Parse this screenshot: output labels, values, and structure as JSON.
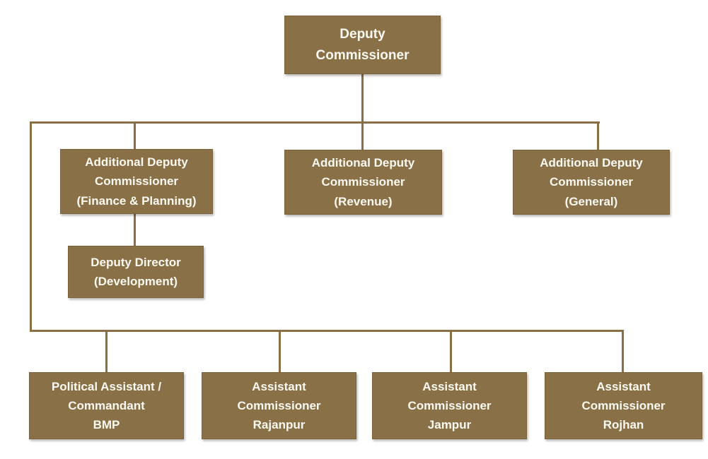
{
  "colors": {
    "background": "#ffffff",
    "box_fill": "#8a7047",
    "box_border": "#7b6238",
    "connector": "#8a6f44",
    "label_text": "#fcfaf2"
  },
  "org": {
    "nodes": {
      "deputy_commissioner": {
        "label": "Deputy\nCommissioner"
      },
      "adc_finance_planning": {
        "label": "Additional Deputy\nCommissioner\n(Finance & Planning)"
      },
      "adc_revenue": {
        "label": "Additional Deputy\nCommissioner\n(Revenue)"
      },
      "adc_general": {
        "label": "Additional Deputy\nCommissioner\n(General)"
      },
      "deputy_director_development": {
        "label": "Deputy Director\n(Development)"
      },
      "political_assistant_bmp": {
        "label": "Political Assistant /\nCommandant\nBMP"
      },
      "ac_rajanpur": {
        "label": "Assistant\nCommissioner\nRajanpur"
      },
      "ac_jampur": {
        "label": "Assistant\nCommissioner\nJampur"
      },
      "ac_rojhan": {
        "label": "Assistant\nCommissioner\nRojhan"
      }
    }
  }
}
